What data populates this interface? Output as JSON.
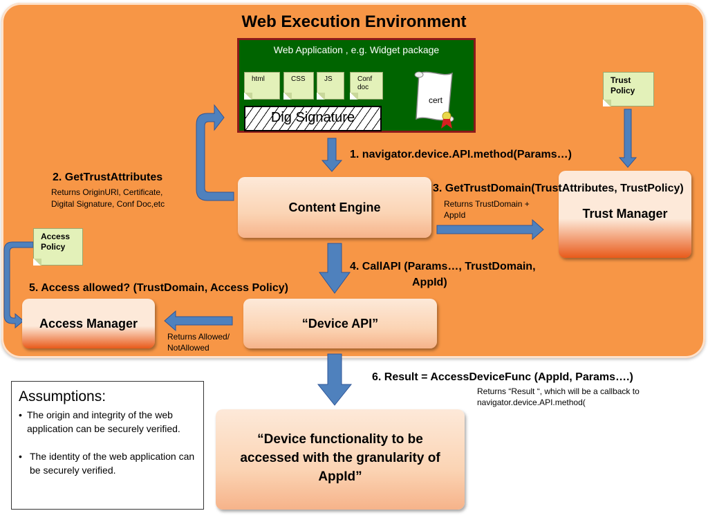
{
  "title": "Web Execution Environment",
  "web_app": {
    "title": "Web Application , e.g. Widget package",
    "files": [
      "html",
      "CSS",
      "JS",
      "Conf doc"
    ],
    "cert_label": "cert",
    "signature_label": "Dig Signature"
  },
  "policies": {
    "trust": "Trust Policy",
    "access": "Access Policy"
  },
  "boxes": {
    "content_engine": "Content Engine",
    "trust_manager": "Trust Manager",
    "access_manager": "Access Manager",
    "device_api": "“Device API”",
    "device_functionality": "“Device functionality to be accessed with the granularity of AppId”"
  },
  "steps": {
    "s1": "1. navigator.device.API.method(Params…)",
    "s2": "2. GetTrustAttributes",
    "s2_desc_line1": "Returns OriginURl, Certificate,",
    "s2_desc_line2": "Digital Signature, Conf Doc,etc",
    "s3": "3. GetTrustDomain(TrustAttributes, TrustPolicy)",
    "s3_desc_line1": "Returns TrustDomain +",
    "s3_desc_line2": "AppId",
    "s4_line1": "4. CallAPI (Params…, TrustDomain,",
    "s4_line2": "AppId)",
    "s5": "5. Access allowed? (TrustDomain, Access Policy)",
    "s5_desc_line1": "Returns  Allowed/",
    "s5_desc_line2": "NotAllowed",
    "s6": "6. Result = AccessDeviceFunc (AppId, Params….)",
    "s6_desc_line1": "Returns  “Result “, which will be a callback to",
    "s6_desc_line2": "navigator.device.API.method("
  },
  "assumptions": {
    "heading": "Assumptions:",
    "items": [
      "The origin and integrity of the web application can be securely verified.",
      "The identity of the web application can be securely verified."
    ]
  },
  "colors": {
    "environment": "#f79646",
    "web_app_bg": "#006400",
    "arrow_blue": "#4f81bd"
  }
}
